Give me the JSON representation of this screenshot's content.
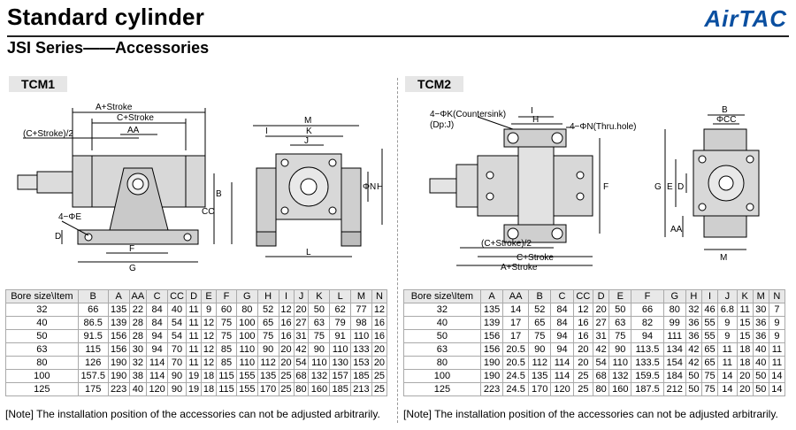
{
  "header": {
    "title": "Standard cylinder",
    "brand": "AirTAC",
    "subtitle": "JSI Series——Accessories"
  },
  "tcm1": {
    "tag": "TCM1",
    "dims": {
      "a_stroke": "A+Stroke",
      "c_stroke": "C+Stroke",
      "c_stroke_half": "(C+Stroke)/2",
      "aa": "AA",
      "b": "B",
      "cc": "CC",
      "phi_e": "4−ΦE",
      "d": "D",
      "f": "F",
      "g": "G",
      "m": "M",
      "i": "I",
      "k": "K",
      "j": "J",
      "phi_n": "ΦN",
      "h": "H",
      "l": "L"
    },
    "table": {
      "headers": [
        "Bore size\\Item",
        "B",
        "A",
        "AA",
        "C",
        "CC",
        "D",
        "E",
        "F",
        "G",
        "H",
        "I",
        "J",
        "K",
        "L",
        "M",
        "N"
      ],
      "rows": [
        [
          "32",
          "66",
          "135",
          "22",
          "84",
          "40",
          "11",
          "9",
          "60",
          "80",
          "52",
          "12",
          "20",
          "50",
          "62",
          "77",
          "12"
        ],
        [
          "40",
          "86.5",
          "139",
          "28",
          "84",
          "54",
          "11",
          "12",
          "75",
          "100",
          "65",
          "16",
          "27",
          "63",
          "79",
          "98",
          "16"
        ],
        [
          "50",
          "91.5",
          "156",
          "28",
          "94",
          "54",
          "11",
          "12",
          "75",
          "100",
          "75",
          "16",
          "31",
          "75",
          "91",
          "110",
          "16"
        ],
        [
          "63",
          "115",
          "156",
          "30",
          "94",
          "70",
          "11",
          "12",
          "85",
          "110",
          "90",
          "20",
          "42",
          "90",
          "110",
          "133",
          "20"
        ],
        [
          "80",
          "126",
          "190",
          "32",
          "114",
          "70",
          "11",
          "12",
          "85",
          "110",
          "112",
          "20",
          "54",
          "110",
          "130",
          "153",
          "20"
        ],
        [
          "100",
          "157.5",
          "190",
          "38",
          "114",
          "90",
          "19",
          "18",
          "115",
          "155",
          "135",
          "25",
          "68",
          "132",
          "157",
          "185",
          "25"
        ],
        [
          "125",
          "175",
          "223",
          "40",
          "120",
          "90",
          "19",
          "18",
          "115",
          "155",
          "170",
          "25",
          "80",
          "160",
          "185",
          "213",
          "25"
        ]
      ]
    },
    "note": "[Note] The installation position of the accessories can not be adjusted arbitrarily."
  },
  "tcm2": {
    "tag": "TCM2",
    "dims": {
      "phi_k": "4−ΦK(Countersink)",
      "dp_j": "(Dp:J)",
      "i": "I",
      "h": "H",
      "phi_n": "4−ΦN(Thru.hole)",
      "f": "F",
      "c_stroke_half": "(C+Stroke)/2",
      "c_stroke": "C+Stroke",
      "a_stroke": "A+Stroke",
      "b": "B",
      "phi_cc": "ΦCC",
      "g": "G",
      "e": "E",
      "d": "D",
      "aa": "AA",
      "m": "M"
    },
    "table": {
      "headers": [
        "Bore size\\Item",
        "A",
        "AA",
        "B",
        "C",
        "CC",
        "D",
        "E",
        "F",
        "G",
        "H",
        "I",
        "J",
        "K",
        "M",
        "N"
      ],
      "rows": [
        [
          "32",
          "135",
          "14",
          "52",
          "84",
          "12",
          "20",
          "50",
          "66",
          "80",
          "32",
          "46",
          "6.8",
          "11",
          "30",
          "7"
        ],
        [
          "40",
          "139",
          "17",
          "65",
          "84",
          "16",
          "27",
          "63",
          "82",
          "99",
          "36",
          "55",
          "9",
          "15",
          "36",
          "9"
        ],
        [
          "50",
          "156",
          "17",
          "75",
          "94",
          "16",
          "31",
          "75",
          "94",
          "111",
          "36",
          "55",
          "9",
          "15",
          "36",
          "9"
        ],
        [
          "63",
          "156",
          "20.5",
          "90",
          "94",
          "20",
          "42",
          "90",
          "113.5",
          "134",
          "42",
          "65",
          "11",
          "18",
          "40",
          "11"
        ],
        [
          "80",
          "190",
          "20.5",
          "112",
          "114",
          "20",
          "54",
          "110",
          "133.5",
          "154",
          "42",
          "65",
          "11",
          "18",
          "40",
          "11"
        ],
        [
          "100",
          "190",
          "24.5",
          "135",
          "114",
          "25",
          "68",
          "132",
          "159.5",
          "184",
          "50",
          "75",
          "14",
          "20",
          "50",
          "14"
        ],
        [
          "125",
          "223",
          "24.5",
          "170",
          "120",
          "25",
          "80",
          "160",
          "187.5",
          "212",
          "50",
          "75",
          "14",
          "20",
          "50",
          "14"
        ]
      ]
    },
    "note": "[Note] The installation position of the accessories can not be adjusted arbitrarily."
  },
  "colors": {
    "brand": "#0a4fa0",
    "tag_bg": "#e6e6e6",
    "header_bg": "#e8e8e8",
    "part_gray": "#cfcfcf"
  }
}
